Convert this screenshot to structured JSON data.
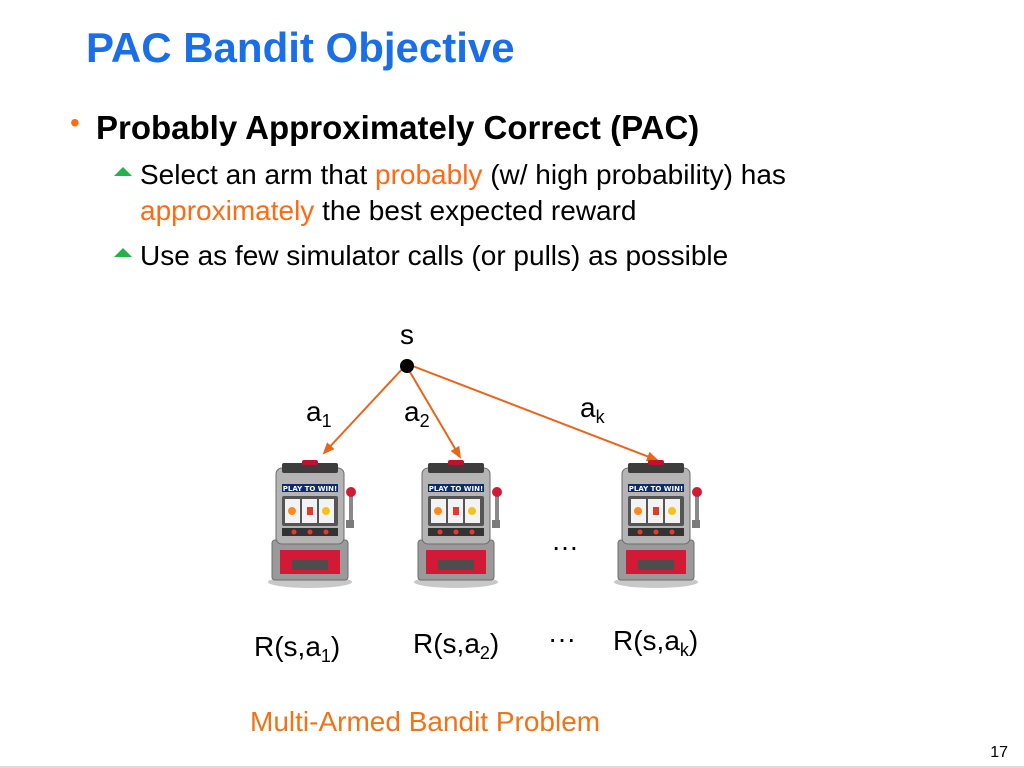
{
  "title": "PAC Bandit Objective",
  "bullet": {
    "text": "Probably Approximately Correct (PAC)",
    "subs": [
      {
        "line1_a": "Select an arm that ",
        "line1_hl": "probably",
        "line1_b": " (w/ high probability) has",
        "line2_hl": "approximately",
        "line2_b": " the best expected reward"
      },
      {
        "text": "Use as few simulator calls (or pulls) as possible"
      }
    ]
  },
  "diagram": {
    "state": "s",
    "arms": [
      {
        "label": "a",
        "sub": "1",
        "reward": "R(s,a",
        "reward_sub": "1",
        "reward_end": ")"
      },
      {
        "label": "a",
        "sub": "2",
        "reward": "R(s,a",
        "reward_sub": "2",
        "reward_end": ")"
      },
      {
        "label": "a",
        "sub": "k",
        "reward": "R(s,a",
        "reward_sub": "k",
        "reward_end": ")"
      }
    ],
    "ellipsis": "…",
    "ellipsis_reward": "···",
    "machine_banner": "PLAY TO WIN!",
    "caption": "Multi-Armed Bandit Problem"
  },
  "page_number": "17",
  "colors": {
    "title": "#1a6ee8",
    "accent": "#ff6a13",
    "arrow": "#e8641a",
    "bullet_sub": "#24b24a"
  }
}
